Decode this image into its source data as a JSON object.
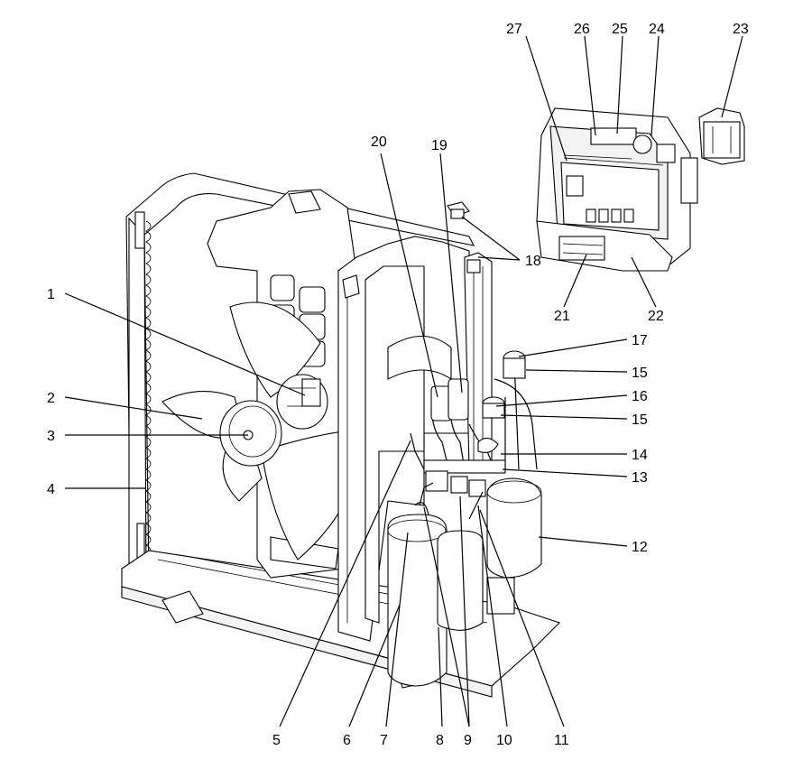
{
  "diagram": {
    "callouts": [
      "1",
      "2",
      "3",
      "4",
      "5",
      "6",
      "7",
      "8",
      "9",
      "10",
      "11",
      "12",
      "13",
      "14",
      "15",
      "15",
      "16",
      "17",
      "18",
      "19",
      "20",
      "21",
      "22",
      "23",
      "24",
      "25",
      "26",
      "27"
    ]
  }
}
